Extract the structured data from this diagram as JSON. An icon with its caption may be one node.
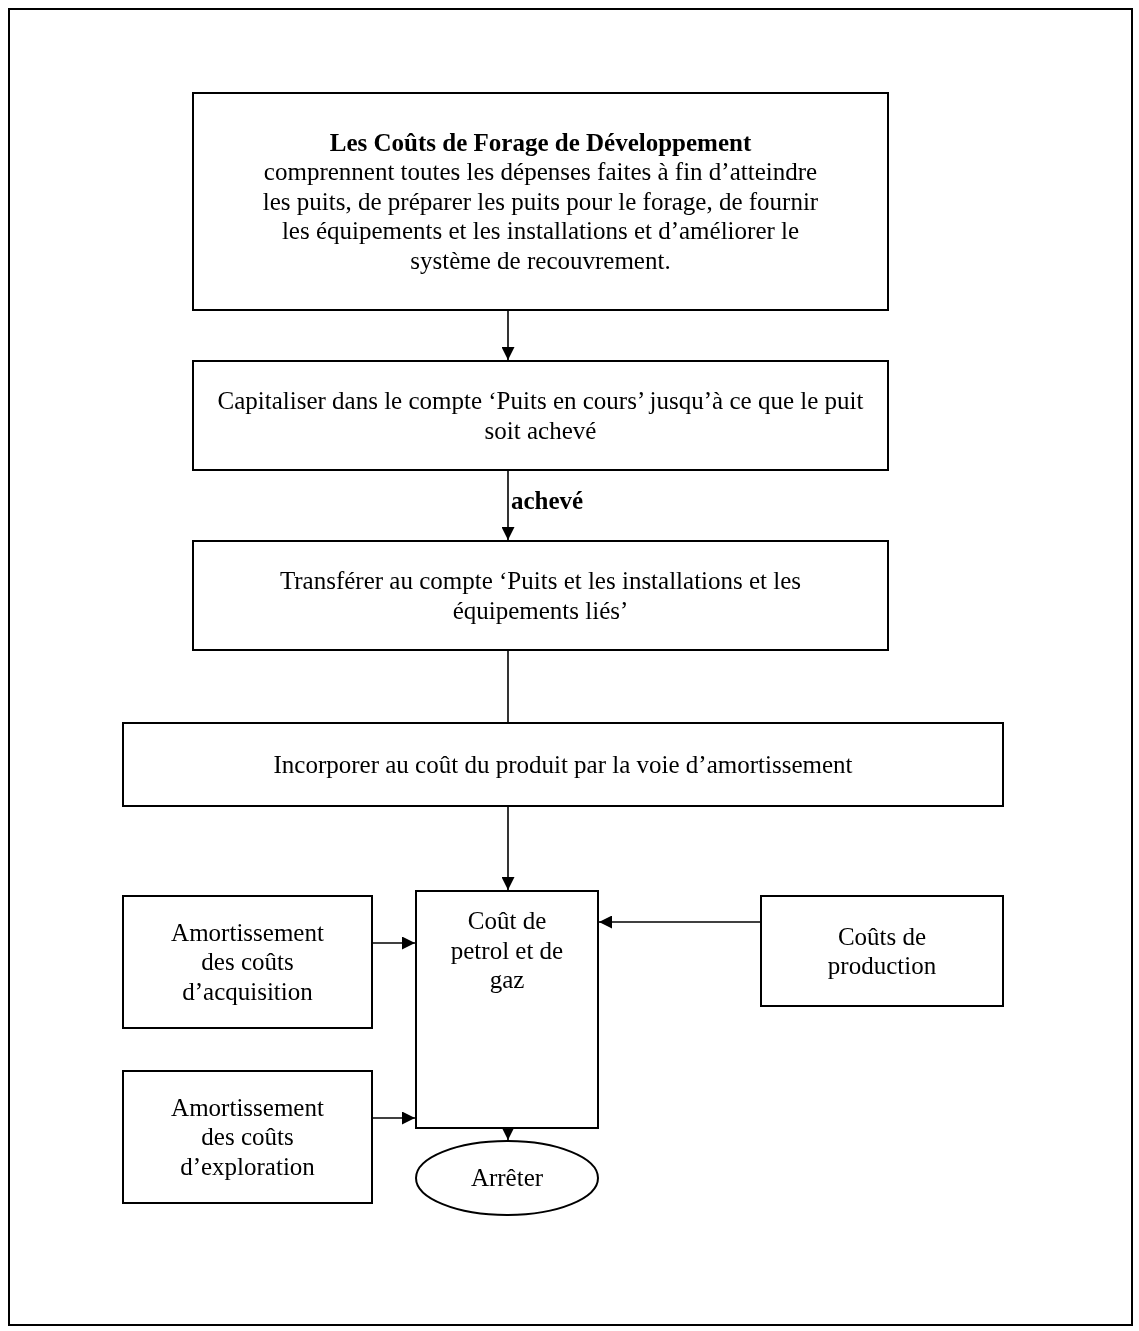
{
  "diagram": {
    "nodes": [
      {
        "text": [
          "Les Coûts de Forage de Développement",
          "comprennent toutes les dépenses faites à fin d’atteindre les puits, de préparer les puits pour le forage, de fournir les équipements et les installations et d’améliorer le système de recouvrement."
        ]
      },
      {
        "text": [
          "Capitaliser dans le compte ‘Puits en cours’ jusqu’à ce que le puit soit achevé"
        ]
      },
      {
        "text": [
          "Transférer au compte ‘Puits et les installations et les équipements liés’"
        ]
      },
      {
        "text": [
          "Incorporer au coût du produit par la voie d’amortissement"
        ]
      },
      {
        "text": [
          "Amortissement des coûts d’acquisition"
        ]
      },
      {
        "text": [
          "Coût de petrol et de gaz"
        ]
      },
      {
        "text": [
          "Coûts de production"
        ]
      },
      {
        "text": [
          "Amortissement des coûts d’exploration"
        ]
      },
      {
        "text": [
          "Arrêter"
        ]
      }
    ],
    "edges": [
      {
        "from": 0,
        "to": 1,
        "arrow": "to"
      },
      {
        "from": 1,
        "to": 2,
        "arrow": "to",
        "label": "achevé"
      },
      {
        "from": 2,
        "to": 3,
        "arrow": "none"
      },
      {
        "from": 3,
        "to": 5,
        "arrow": "to"
      },
      {
        "from": 4,
        "to": 5,
        "arrow": "to"
      },
      {
        "from": 6,
        "to": 5,
        "arrow": "to"
      },
      {
        "from": 7,
        "to": 5,
        "arrow": "to"
      },
      {
        "from": 5,
        "to": 8,
        "arrow": "to"
      }
    ]
  }
}
